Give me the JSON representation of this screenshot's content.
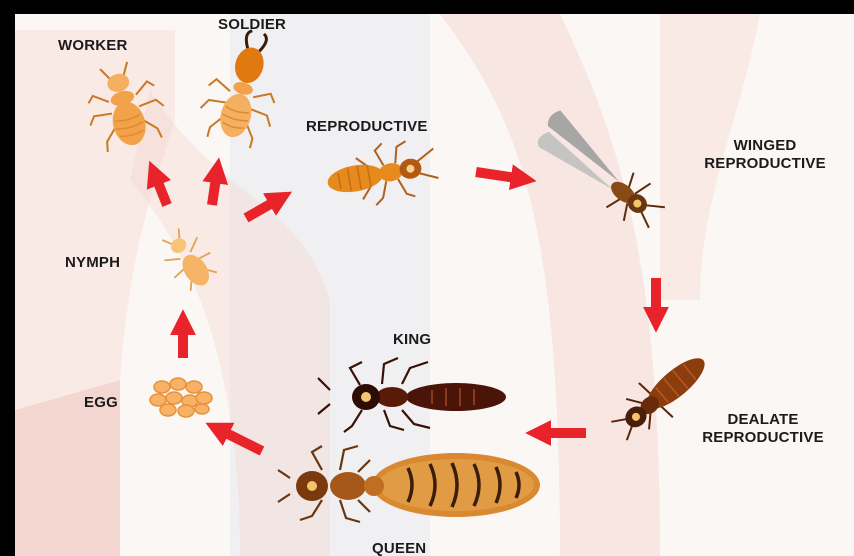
{
  "diagram": {
    "stages": {
      "worker": "WORKER",
      "soldier": "SOLDIER",
      "reproductive": "REPRODUCTIVE",
      "winged_line1": "WINGED",
      "winged_line2": "REPRODUCTIVE",
      "nymph": "NYMPH",
      "king": "KING",
      "egg": "EGG",
      "dealate_line1": "DEALATE",
      "dealate_line2": "REPRODUCTIVE",
      "queen": "QUEEN"
    },
    "colors": {
      "arrow": "#e8232a",
      "background": "#fbf7f5",
      "watermark_red": "#f4d3cd",
      "watermark_blue": "#dfe6ee",
      "worker_body": "#f2a24a",
      "soldier_head": "#e07a10",
      "reproductive_body": "#e68a1e",
      "winged_body": "#8a4a16",
      "dealate_body": "#8b3d0e",
      "king_body": "#4a1408",
      "queen_abdomen": "#d9892f",
      "egg": "#f7b267"
    },
    "icons": [
      "worker-termite-icon",
      "soldier-termite-icon",
      "reproductive-termite-icon",
      "winged-termite-icon",
      "nymph-termite-icon",
      "egg-cluster-icon",
      "king-termite-icon",
      "queen-termite-icon",
      "dealate-termite-icon"
    ]
  }
}
